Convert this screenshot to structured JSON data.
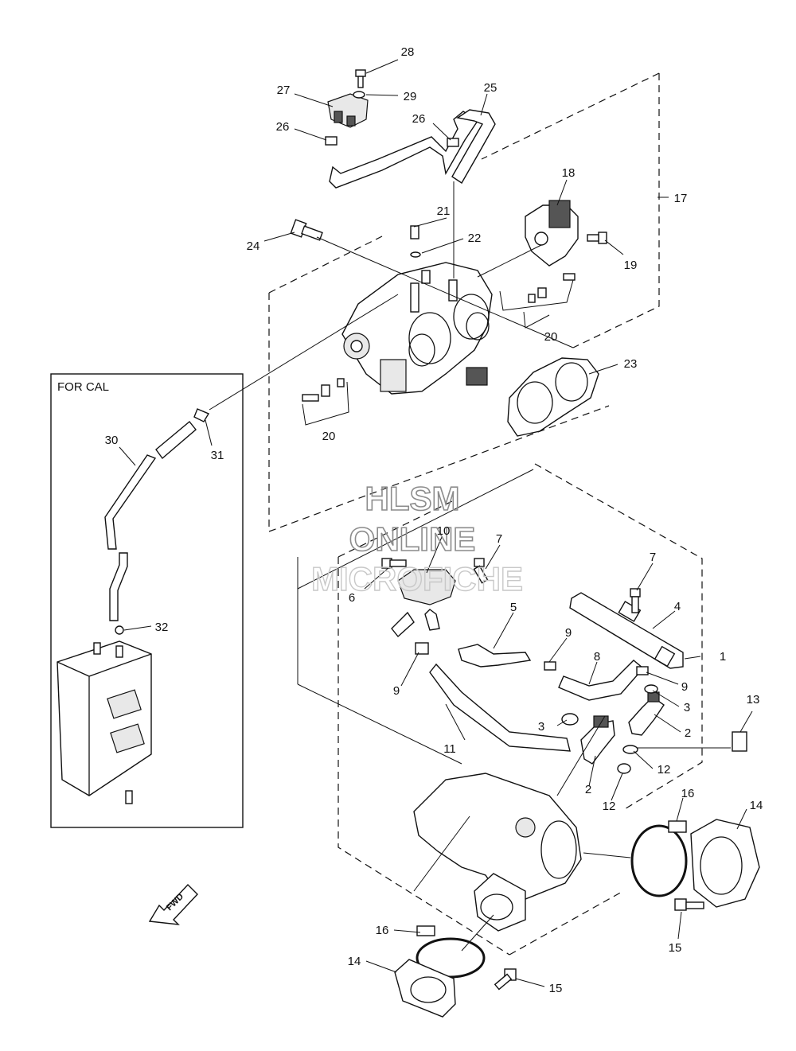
{
  "calloutLabels": {
    "c1": "1",
    "c2a": "2",
    "c2b": "2",
    "c3a": "3",
    "c3b": "3",
    "c4": "4",
    "c5": "5",
    "c6": "6",
    "c7a": "7",
    "c7b": "7",
    "c8": "8",
    "c9a": "9",
    "c9b": "9",
    "c9c": "9",
    "c10": "10",
    "c11": "11",
    "c12a": "12",
    "c12b": "12",
    "c13": "13",
    "c14a": "14",
    "c14b": "14",
    "c15a": "15",
    "c15b": "15",
    "c16a": "16",
    "c16b": "16",
    "c17": "17",
    "c18": "18",
    "c19": "19",
    "c20a": "20",
    "c20b": "20",
    "c21": "21",
    "c22": "22",
    "c23": "23",
    "c24": "24",
    "c25": "25",
    "c26a": "26",
    "c26b": "26",
    "c27": "27",
    "c28": "28",
    "c29": "29",
    "c30": "30",
    "c31": "31",
    "c32": "32"
  },
  "calBox": {
    "title": "FOR CAL"
  },
  "watermark": {
    "line1": "HLSM",
    "line2": "ONLINE",
    "line3": "MICROFICHE"
  },
  "fwdArrow": {
    "label": "FWD"
  }
}
